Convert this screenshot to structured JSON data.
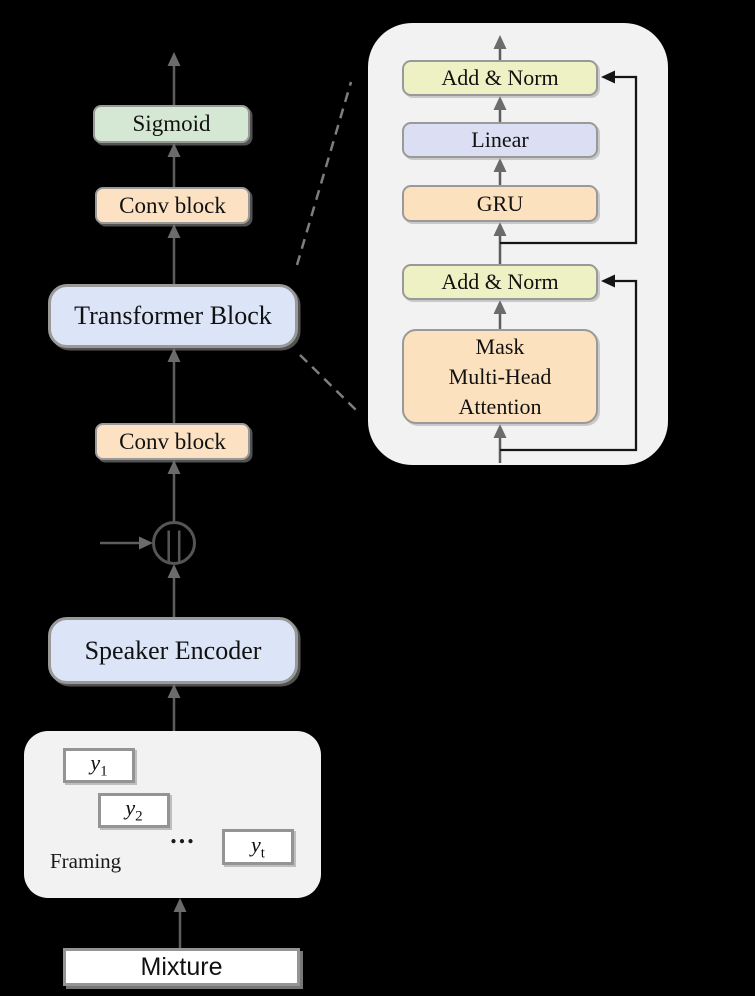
{
  "colors": {
    "background": "#000000",
    "sigmoid_green": "#d5e8d4",
    "conv_orange": "#fce2c3",
    "block_blue": "#dbe5f7",
    "add_norm_yellow": "#eef1c3",
    "linear_lavender": "#dcdff3",
    "panel_gray": "#f2f2f3",
    "box_border_gray": "#999999",
    "arrow_gray": "#5d5d5d",
    "residual_black": "#151515",
    "frame_white": "#ffffff"
  },
  "pipeline": {
    "mixture": "Mixture",
    "framing": "Framing",
    "frames": [
      {
        "base": "y",
        "sub": "1"
      },
      {
        "base": "y",
        "sub": "2"
      },
      {
        "base": "y",
        "sub": "t"
      }
    ],
    "dots": "...",
    "speaker_encoder": "Speaker Encoder",
    "conv_block_lower": "Conv block",
    "transformer_block": "Transformer Block",
    "conv_block_upper": "Conv block",
    "sigmoid": "Sigmoid"
  },
  "icons": {
    "concat": "||"
  },
  "detail": {
    "add_norm_top": "Add & Norm",
    "linear": "Linear",
    "gru": "GRU",
    "add_norm_bottom": "Add & Norm",
    "mask_mha": [
      "Mask",
      "Multi-Head",
      "Attention"
    ]
  }
}
